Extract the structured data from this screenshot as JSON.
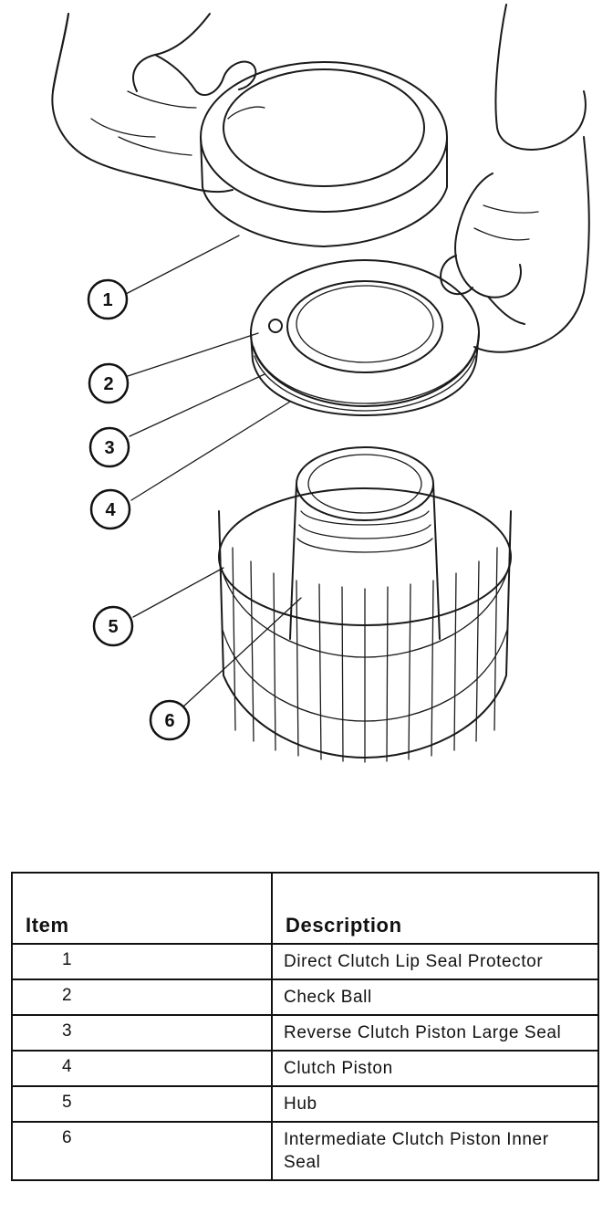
{
  "figure": {
    "callouts": [
      "1",
      "2",
      "3",
      "4",
      "5",
      "6"
    ]
  },
  "legend": {
    "header_item": "Item",
    "header_description": "Description",
    "rows": [
      {
        "item": "1",
        "description": "Direct Clutch Lip Seal Protector"
      },
      {
        "item": "2",
        "description": "Check Ball"
      },
      {
        "item": "3",
        "description": "Reverse Clutch Piston Large Seal"
      },
      {
        "item": "4",
        "description": "Clutch Piston"
      },
      {
        "item": "5",
        "description": "Hub"
      },
      {
        "item": "6",
        "description": "Intermediate Clutch Piston Inner Seal"
      }
    ]
  }
}
